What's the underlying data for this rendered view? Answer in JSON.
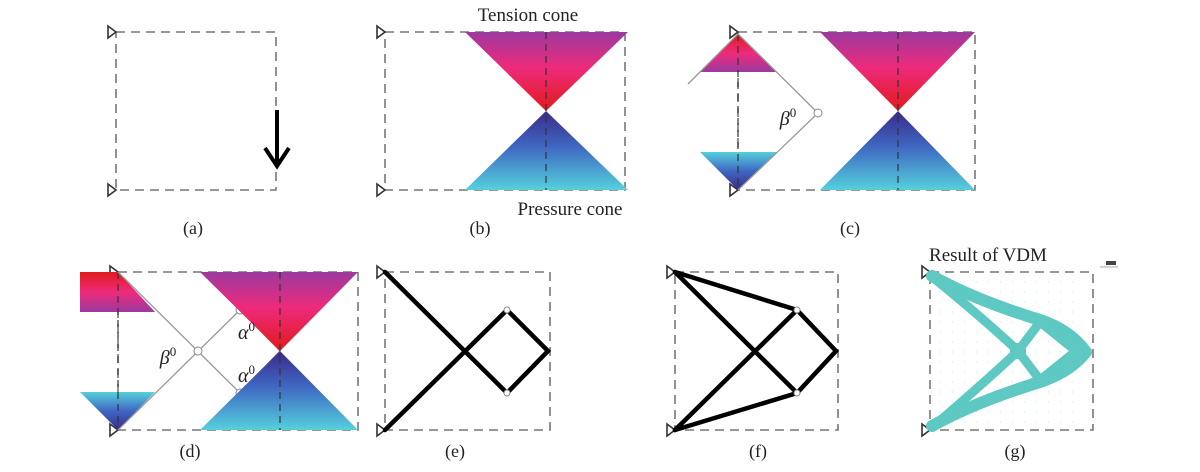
{
  "figure": {
    "panels": [
      {
        "id": "a",
        "caption": "(a)"
      },
      {
        "id": "b",
        "caption": "(b)",
        "top_label": "Tension cone",
        "bottom_label": "Pressure cone"
      },
      {
        "id": "c",
        "caption": "(c)",
        "angle": "β"
      },
      {
        "id": "d",
        "caption": "(d)",
        "angles": [
          "β",
          "α",
          "α"
        ]
      },
      {
        "id": "e",
        "caption": "(e)"
      },
      {
        "id": "f",
        "caption": "(f)"
      },
      {
        "id": "g",
        "caption": "(g)",
        "title": "Result of VDM"
      }
    ],
    "superscript": "0",
    "colors": {
      "tension_top": "#9b3a9e",
      "tension_mid": "#ee2a7b",
      "tension_apex": "#e01b1b",
      "pressure_apex": "#3a2a8a",
      "pressure_mid": "#3f67c2",
      "pressure_base": "#55d0dc",
      "vdm_fill": "#5ec8c2"
    }
  }
}
